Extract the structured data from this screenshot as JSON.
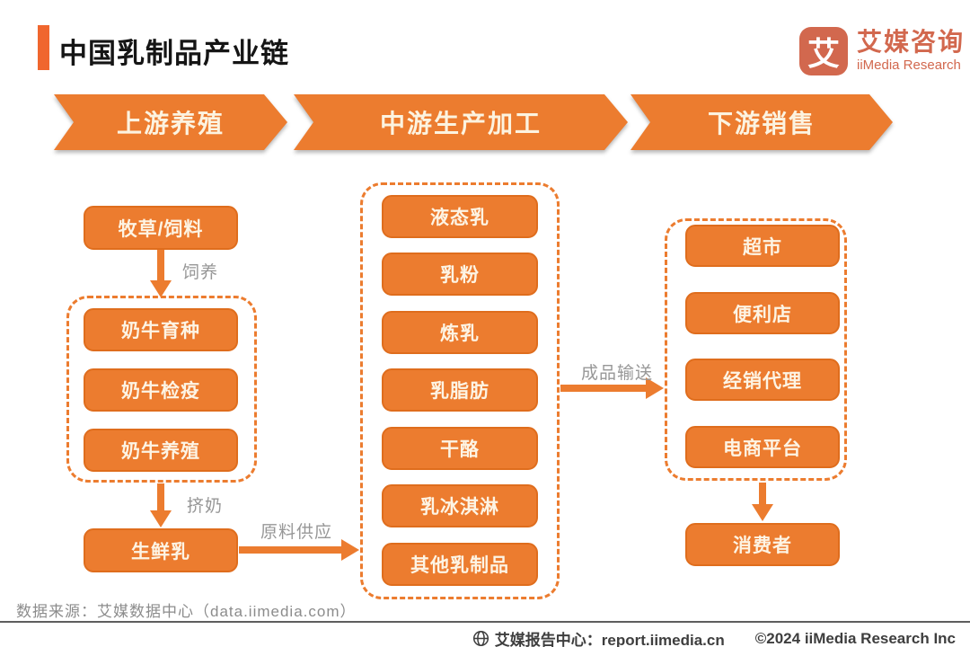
{
  "page": {
    "title": "中国乳制品产业链"
  },
  "logo": {
    "glyph": "艾",
    "name_cn": "艾媒咨询",
    "name_en": "iiMedia Research"
  },
  "stages": [
    {
      "label": "上游养殖"
    },
    {
      "label": "中游生产加工"
    },
    {
      "label": "下游销售"
    }
  ],
  "upstream": {
    "source_node": "牧草/饲料",
    "feed_arrow_label": "饲养",
    "group_items": [
      "奶牛育种",
      "奶牛检疫",
      "奶牛养殖"
    ],
    "milking_arrow_label": "挤奶",
    "output_node": "生鲜乳",
    "supply_arrow_label": "原料供应"
  },
  "midstream": {
    "items": [
      "液态乳",
      "乳粉",
      "炼乳",
      "乳脂肪",
      "干酪",
      "乳冰淇淋",
      "其他乳制品"
    ],
    "delivery_arrow_label": "成品输送"
  },
  "downstream": {
    "items": [
      "超市",
      "便利店",
      "经销代理",
      "电商平台"
    ],
    "consumer_node": "消费者"
  },
  "footer": {
    "source": "数据来源：艾媒数据中心（data.iimedia.com）",
    "report_center": "艾媒报告中心：report.iimedia.cn",
    "copyright": "©2024  iiMedia Research Inc"
  },
  "colors": {
    "orange": "#EC7C2F",
    "orange_border": "#DF6D1D",
    "logo_orange": "#D2684E",
    "label_gray": "#979797",
    "footer_gray": "#3E3E3E"
  }
}
